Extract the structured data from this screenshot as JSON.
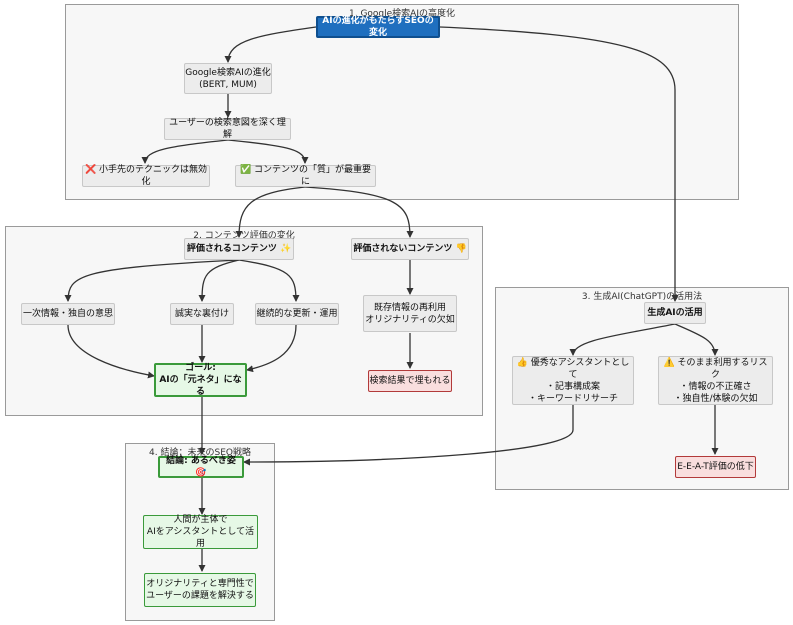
{
  "clusters": {
    "c1": "1. Google検索AIの高度化",
    "c2": "2. コンテンツ評価の変化",
    "c3": "3. 生成AI(ChatGPT)の活用法",
    "c4": "4. 結論：未来のSEO戦略"
  },
  "nodes": {
    "root": "AIの進化がもたらすSEOの変化",
    "evolution": "Google検索AIの進化\n(BERT, MUM)",
    "intent": "ユーザーの検索意図を深く理解",
    "tricks": "❌ 小手先のテクニックは無効化",
    "quality": "✅ コンテンツの「質」が最重要に",
    "valued": "評価されるコンテンツ ✨",
    "not_valued": "評価されないコンテンツ 👎",
    "primary_info": "一次情報・独自の意思",
    "evidence": "誠実な裏付け",
    "updates": "継続的な更新・運用",
    "reuse": "既存情報の再利用\nオリジナリティの欠如",
    "buried": "検索結果で埋もれる",
    "goal": "ゴール:\nAIの「元ネタ」になる",
    "genai_use": "生成AIの活用",
    "assistant": "👍 優秀なアシスタントとして\n・記事構成案\n・キーワードリサーチ",
    "risk": "⚠️ そのまま利用するリスク\n・情報の不正確さ\n・独自性/体験の欠如",
    "eeat": "E-E-A-T評価の低下",
    "conclusion": "結論: あるべき姿 🎯",
    "human": "人間が主体で\nAIをアシスタントとして活用",
    "solve": "オリジナリティと専門性で\nユーザーの課題を解決する"
  }
}
